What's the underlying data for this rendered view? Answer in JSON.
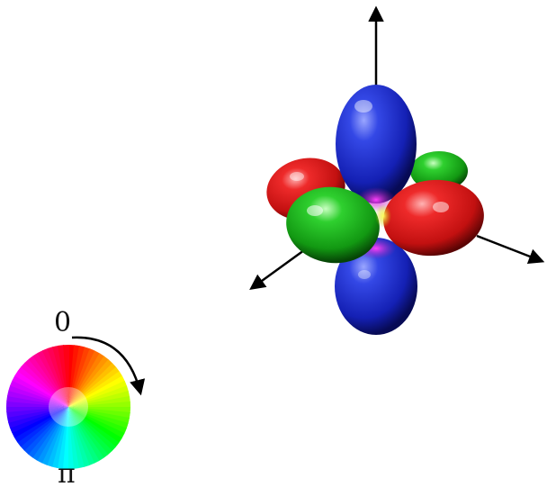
{
  "colors": {
    "axis": "#000000",
    "positive_lobes_z": "#1c22c8",
    "lobes_red": "#d41414",
    "lobes_green": "#14a814",
    "center_yellow": "#e6e61a"
  },
  "phase_wheel": {
    "label_top": "0",
    "label_bottom": "π",
    "arrow_direction": "clockwise"
  }
}
